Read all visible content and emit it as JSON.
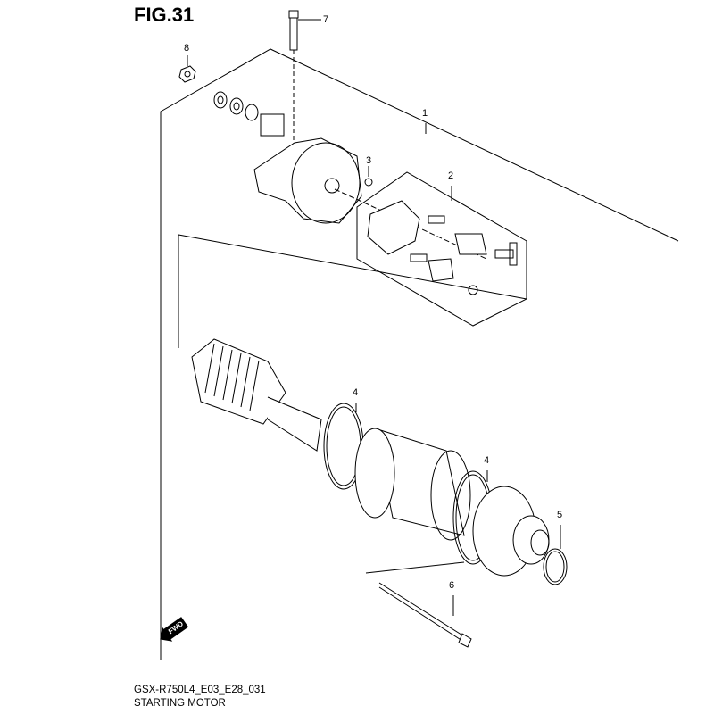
{
  "figure": {
    "title": "FIG.31",
    "model_code": "GSX-R750L4_E03_E28_031",
    "section_title": "STARTING MOTOR"
  },
  "fwd_arrow": {
    "label": "FWD"
  },
  "callouts": [
    {
      "ref": "7",
      "part": "bolt"
    },
    {
      "ref": "8",
      "part": "nut"
    },
    {
      "ref": "1",
      "part": "starting-motor-assembly"
    },
    {
      "ref": "3",
      "part": "washer"
    },
    {
      "ref": "2",
      "part": "brush-holder-set"
    },
    {
      "ref": "4",
      "part": "o-ring-front"
    },
    {
      "ref": "4",
      "part": "o-ring-rear"
    },
    {
      "ref": "5",
      "part": "o-ring"
    },
    {
      "ref": "6",
      "part": "through-bolt"
    }
  ]
}
